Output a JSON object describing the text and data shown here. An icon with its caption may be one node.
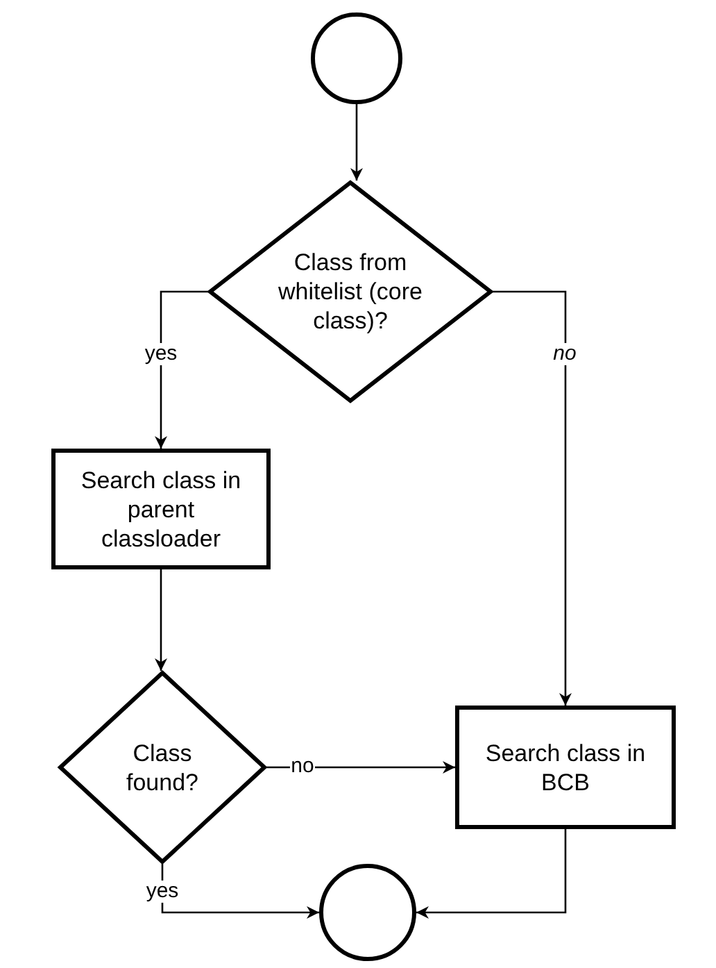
{
  "diagram": {
    "nodes": [
      {
        "text": [],
        "shape": "circle"
      },
      {
        "text": [
          "Class from whitelist (core class)?"
        ]
      },
      {
        "text": [
          "Search class in parent classloader"
        ]
      },
      {
        "text": [
          "Class found?"
        ]
      },
      {
        "text": [
          "Search class in BCB"
        ]
      },
      {
        "text": [],
        "shape": "circle"
      }
    ],
    "edges": [
      {
        "from": 0,
        "to": 1,
        "arrow": "to"
      },
      {
        "from": 1,
        "to": 2,
        "arrow": "to",
        "label": "yes"
      },
      {
        "from": 1,
        "to": 4,
        "arrow": "to",
        "label": "no"
      },
      {
        "from": 2,
        "to": 3,
        "arrow": "to"
      },
      {
        "from": 3,
        "to": 4,
        "arrow": "to",
        "label": "no"
      },
      {
        "from": 3,
        "to": 5,
        "arrow": "to",
        "label": "yes"
      },
      {
        "from": 4,
        "to": 5,
        "arrow": "to"
      }
    ]
  }
}
